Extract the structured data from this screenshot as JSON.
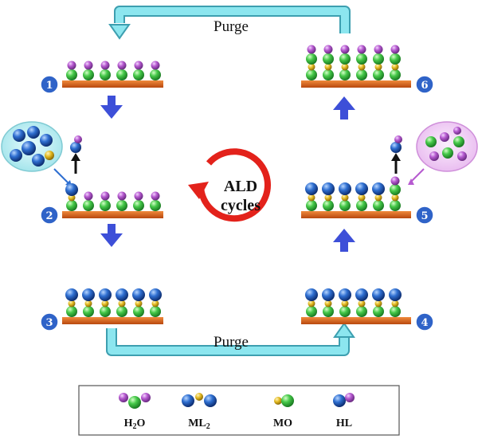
{
  "purge_top": "Purge",
  "purge_bottom": "Purge",
  "cycle": {
    "line1": "ALD",
    "line2": "cycles"
  },
  "steps": [
    "1",
    "2",
    "3",
    "4",
    "5",
    "6"
  ],
  "legend": {
    "h2o": {
      "main": "H",
      "sub": "2",
      "tail": "O"
    },
    "ml2": {
      "main": "ML",
      "sub": "2"
    },
    "mo": {
      "main": "MO"
    },
    "hl": {
      "main": "HL"
    }
  },
  "colors": {
    "substrate": "#e2671f",
    "metal": "#2f6fd1",
    "oxygen": "#46c94a",
    "ligand": "#b65ad0",
    "bond": "#d9b21b",
    "cyan": "#7fe0ea",
    "cyan_edge": "#3d9fb0",
    "arrow_blue": "#3d4fd8",
    "cycle_red": "#e3221b",
    "badge": "#2f63c8"
  }
}
